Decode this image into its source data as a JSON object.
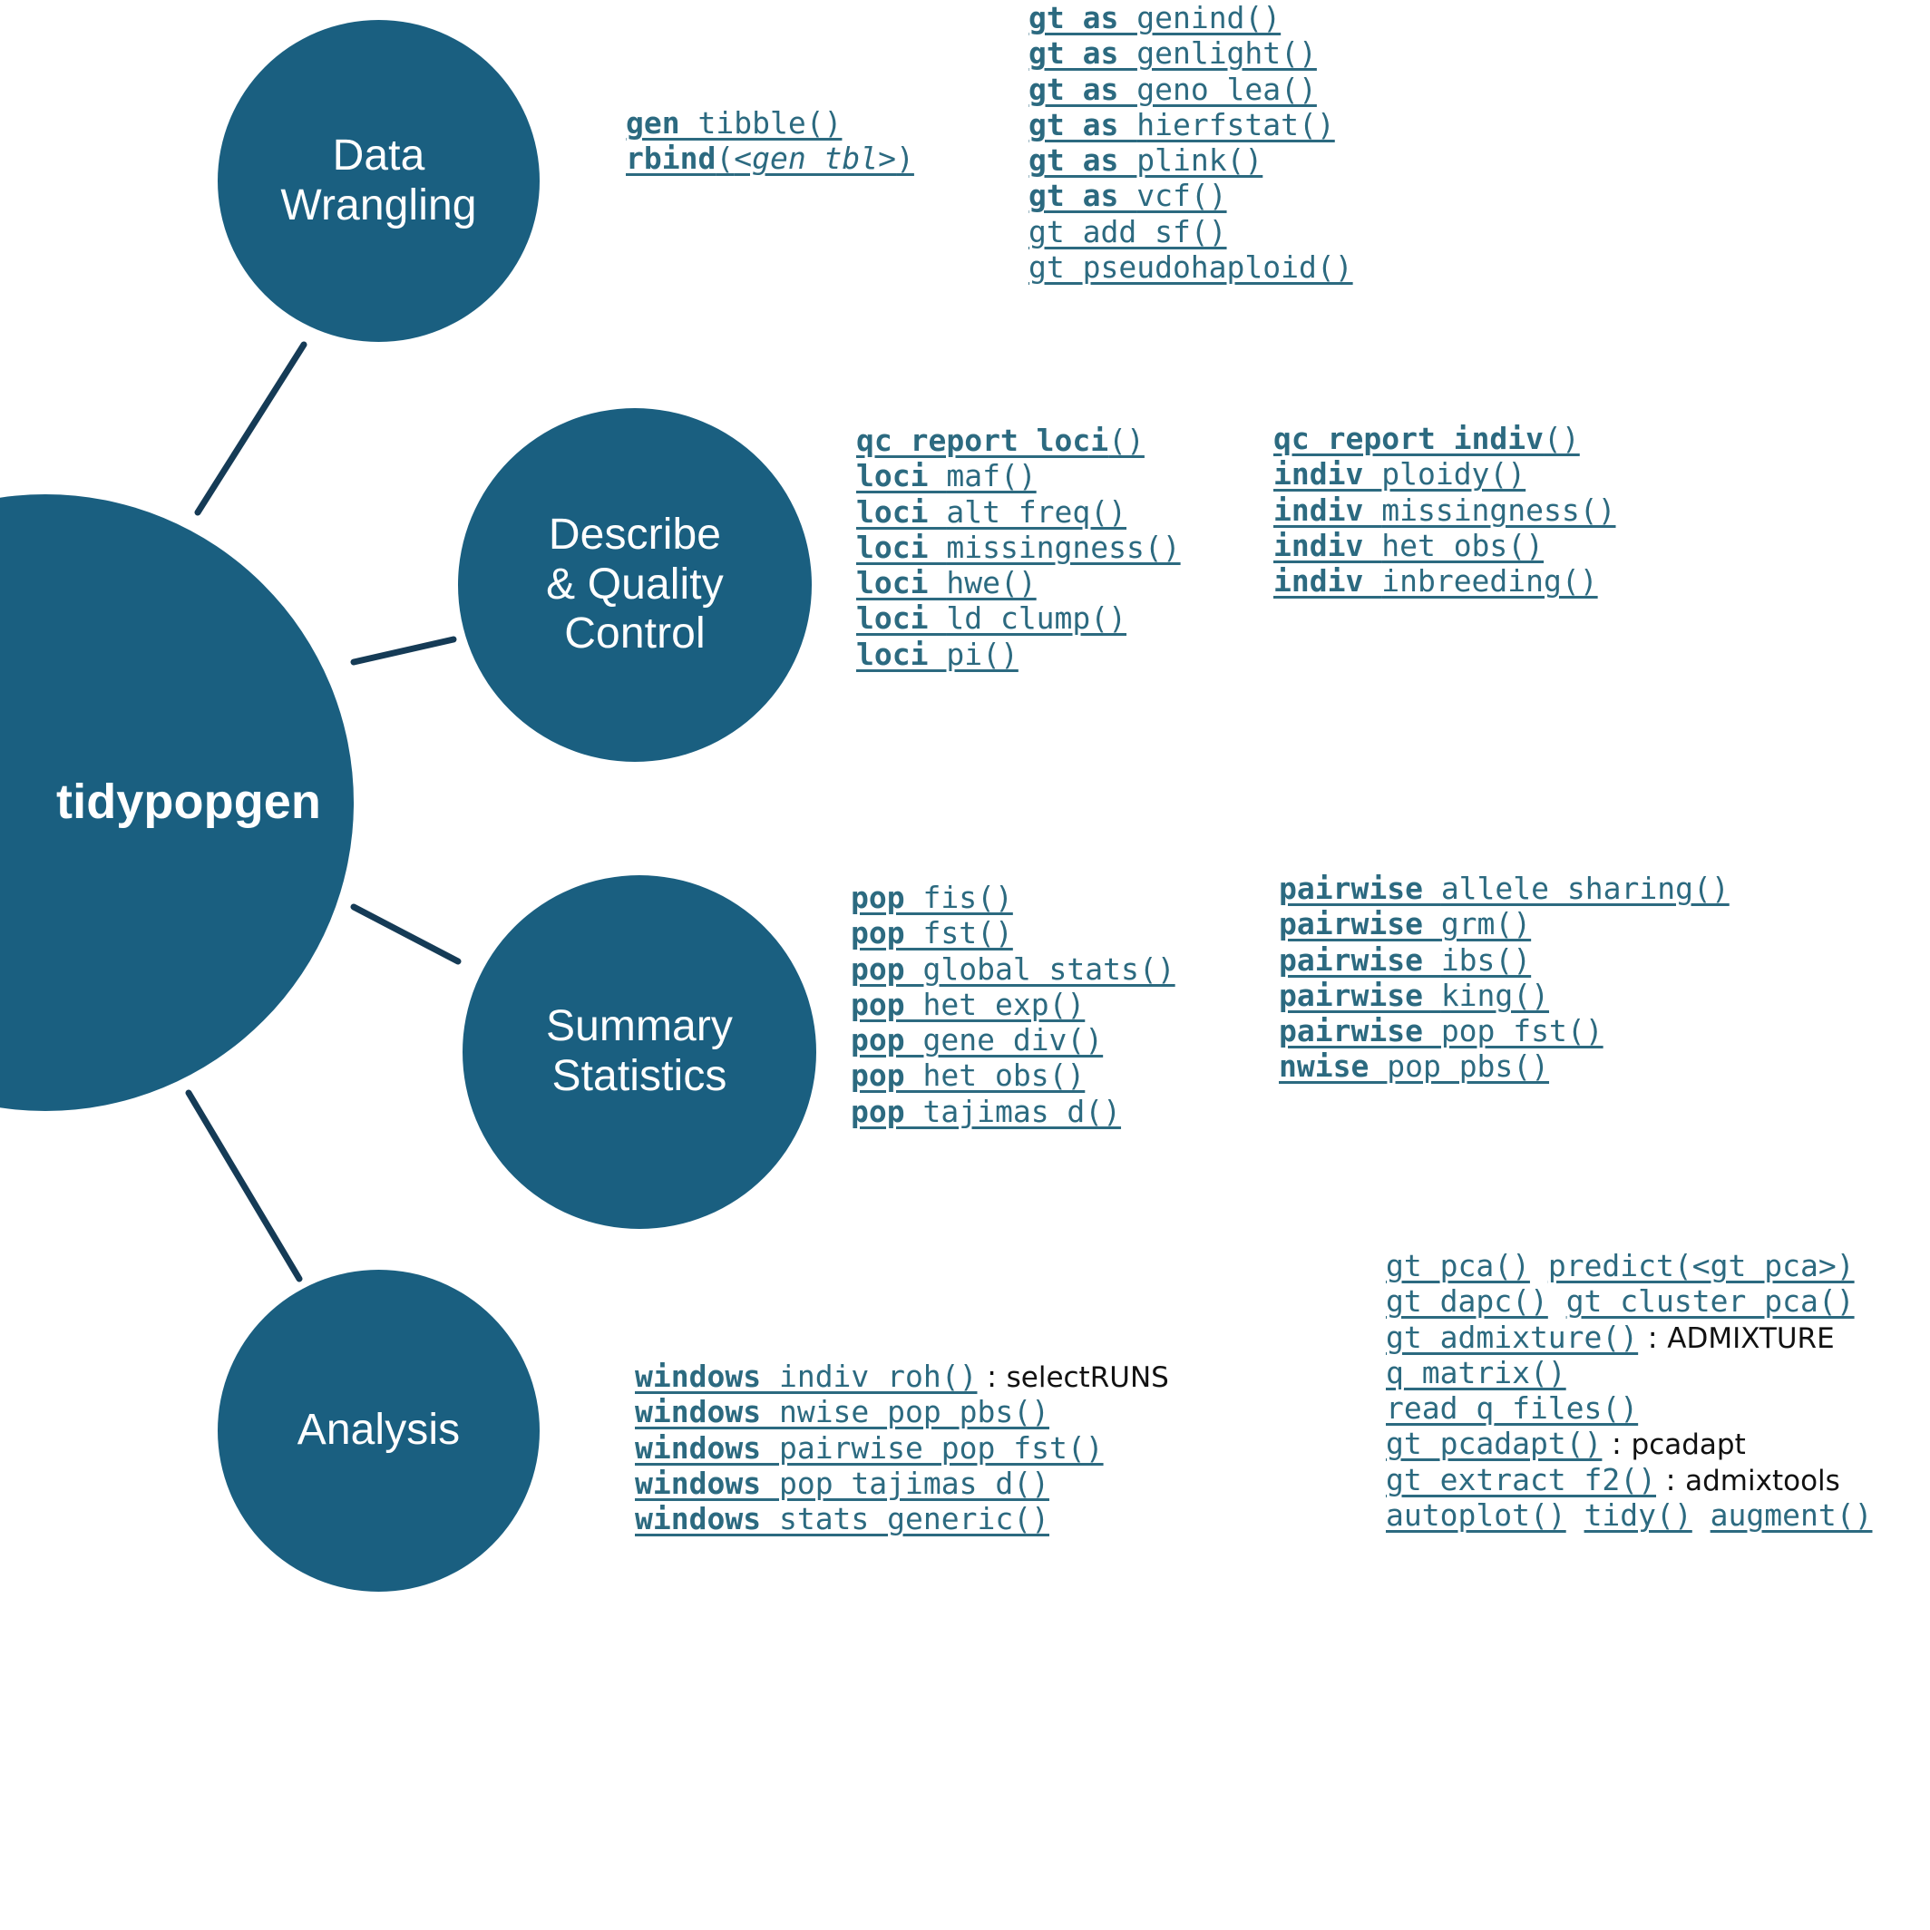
{
  "title": "tidypopgen function map",
  "colors": {
    "node_fill": "#1a5f80",
    "node_text": "#ffffff",
    "link_text": "#2c6a80",
    "connector": "#153b56",
    "external_text": "#111111",
    "background": "#ffffff"
  },
  "hub": {
    "label": "tidypopgen"
  },
  "nodes": [
    {
      "id": "data-wrangling",
      "label": "Data\nWrangling"
    },
    {
      "id": "describe-qc",
      "label": "Describe\n& Quality\nControl"
    },
    {
      "id": "summary-stats",
      "label": "Summary\nStatistics"
    },
    {
      "id": "analysis",
      "label": "Analysis"
    }
  ],
  "sections": {
    "data_wrangling": {
      "col_a": [
        {
          "bold": "gen_",
          "rest": "tibble()"
        },
        {
          "bold": "rbind",
          "rest": "(",
          "italic": "<gen_tbl>",
          "tail": ")"
        }
      ],
      "col_b": [
        {
          "bold": "gt_as_",
          "rest": "genind()"
        },
        {
          "bold": "gt_as_",
          "rest": "genlight()"
        },
        {
          "bold": "gt_as_",
          "rest": "geno_lea()"
        },
        {
          "bold": "gt_as_",
          "rest": "hierfstat()"
        },
        {
          "bold": "gt_as_",
          "rest": "plink()"
        },
        {
          "bold": "gt_as_",
          "rest": "vcf()"
        },
        {
          "bold": "",
          "rest": "gt_add_sf()"
        },
        {
          "bold": "",
          "rest": "gt_pseudohaploid()"
        }
      ]
    },
    "describe_qc": {
      "col_a": [
        {
          "bold": "qc_report_loci",
          "rest": "()"
        },
        {
          "bold": "loci_",
          "rest": "maf()"
        },
        {
          "bold": "loci_",
          "rest": "alt_freq()"
        },
        {
          "bold": "loci_",
          "rest": "missingness()"
        },
        {
          "bold": "loci_",
          "rest": "hwe()"
        },
        {
          "bold": "loci_",
          "rest": "ld_clump()"
        },
        {
          "bold": "loci_",
          "rest": "pi()"
        }
      ],
      "col_b": [
        {
          "bold": "qc_report_indiv",
          "rest": "()"
        },
        {
          "bold": "indiv_",
          "rest": "ploidy()"
        },
        {
          "bold": "indiv_",
          "rest": "missingness()"
        },
        {
          "bold": "indiv_",
          "rest": "het_obs()"
        },
        {
          "bold": "indiv_",
          "rest": "inbreeding()"
        }
      ]
    },
    "summary_statistics": {
      "col_a": [
        {
          "bold": "pop_",
          "rest": "fis()"
        },
        {
          "bold": "pop_",
          "rest": "fst()"
        },
        {
          "bold": "pop_",
          "rest": "global_stats()"
        },
        {
          "bold": "pop_",
          "rest": "het_exp()"
        },
        {
          "bold": "pop_",
          "rest": "gene_div()"
        },
        {
          "bold": "pop_",
          "rest": "het_obs()"
        },
        {
          "bold": "pop_",
          "rest": "tajimas_d()"
        }
      ],
      "col_b": [
        {
          "bold": "pairwise_",
          "rest": "allele_sharing()"
        },
        {
          "bold": "pairwise_",
          "rest": "grm()"
        },
        {
          "bold": "pairwise_",
          "rest": "ibs()"
        },
        {
          "bold": "pairwise_",
          "rest": "king()"
        },
        {
          "bold": "pairwise_",
          "rest": "pop_fst()"
        },
        {
          "bold": "nwise_",
          "rest": "pop_pbs()"
        }
      ]
    },
    "analysis": {
      "col_a": [
        {
          "bold": "windows_",
          "rest": "indiv_roh()",
          "external": "selectRUNS"
        },
        {
          "bold": "windows_",
          "rest": "nwise_pop_pbs()"
        },
        {
          "bold": "windows_",
          "rest": "pairwise_pop_fst()"
        },
        {
          "bold": "windows_",
          "rest": "pop_tajimas_d()"
        },
        {
          "bold": "windows_",
          "rest": "stats_generic()"
        }
      ],
      "col_b": [
        {
          "bold": "",
          "rest": "gt_pca()",
          "rest2": "predict(<gt_pca>)"
        },
        {
          "bold": "",
          "rest": "gt_dapc()",
          "rest2": "gt_cluster_pca()"
        },
        {
          "bold": "",
          "rest": "gt_admixture()",
          "external": "ADMIXTURE"
        },
        {
          "bold": "",
          "rest": "q_matrix()"
        },
        {
          "bold": "",
          "rest": "read_q_files()"
        },
        {
          "bold": "",
          "rest": "gt_pcadapt()",
          "external": "pcadapt"
        },
        {
          "bold": "",
          "rest": "gt_extract_f2()",
          "external": "admixtools"
        },
        {
          "bold": "",
          "rest": "autoplot()",
          "rest2": "tidy()",
          "rest3": "augment()"
        }
      ]
    }
  },
  "separator": ":"
}
